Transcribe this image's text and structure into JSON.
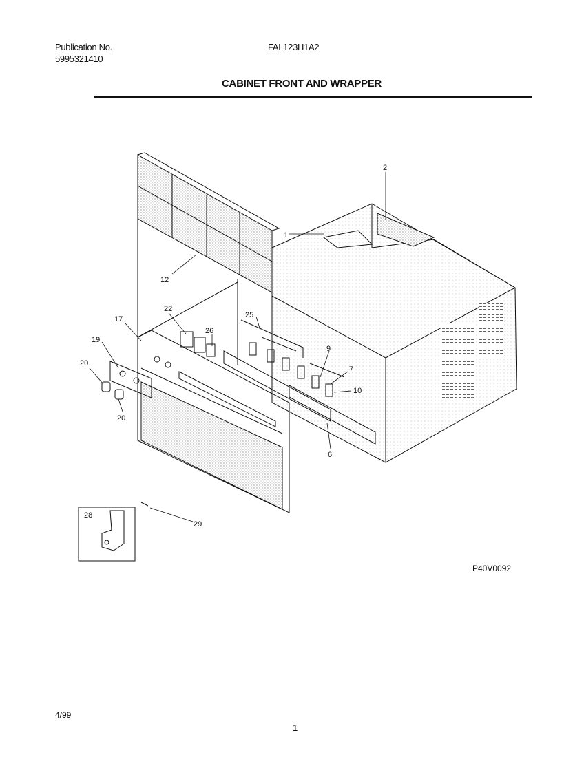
{
  "header": {
    "publication_label": "Publication No.",
    "publication_number": "5995321410",
    "model": "FAL123H1A2",
    "title": "CABINET FRONT AND WRAPPER"
  },
  "callouts": {
    "c1": "1",
    "c2": "2",
    "c6": "6",
    "c7": "7",
    "c9": "9",
    "c10": "10",
    "c12": "12",
    "c17": "17",
    "c19": "19",
    "c20a": "20",
    "c20b": "20",
    "c22": "22",
    "c25": "25",
    "c26": "26",
    "c28": "28",
    "c29": "29"
  },
  "footer": {
    "figure_code": "P40V0092",
    "date": "4/99",
    "page": "1"
  }
}
